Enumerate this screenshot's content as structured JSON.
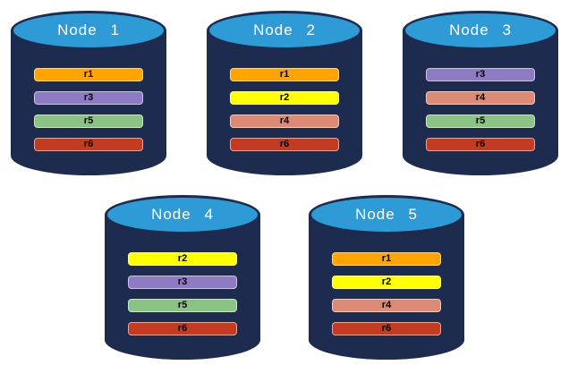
{
  "diagram": {
    "background": "#FFFFFF",
    "cylinder": {
      "body_color": "#1C2B4E",
      "top_color": "#2E9BD6",
      "title_color": "#FFFFFF"
    },
    "replica_label_color": "#000000",
    "replica_colors": {
      "r1": "#FFA400",
      "r2": "#FFFF00",
      "r3": "#8D7CC3",
      "r4": "#DC8976",
      "r5": "#8AC385",
      "r6": "#C33B21"
    },
    "nodes": [
      {
        "name": "Node 1",
        "replicas": [
          "r1",
          "r3",
          "r5",
          "r6"
        ]
      },
      {
        "name": "Node 2",
        "replicas": [
          "r1",
          "r2",
          "r4",
          "r6"
        ]
      },
      {
        "name": "Node 3",
        "replicas": [
          "r3",
          "r4",
          "r5",
          "r6"
        ]
      },
      {
        "name": "Node 4",
        "replicas": [
          "r2",
          "r3",
          "r5",
          "r6"
        ]
      },
      {
        "name": "Node 5",
        "replicas": [
          "r1",
          "r2",
          "r4",
          "r6"
        ]
      }
    ]
  }
}
